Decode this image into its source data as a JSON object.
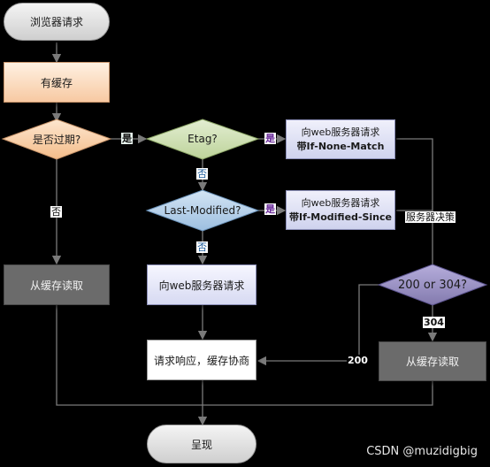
{
  "nodes": {
    "browser_request": "浏览器请求",
    "has_cache": "有缓存",
    "expired": "是否过期?",
    "etag": "Etag?",
    "if_none_match_line1": "向web服务器请求",
    "if_none_match_line2": "带If-None-Match",
    "last_modified": "Last-Modified?",
    "if_modified_since_line1": "向web服务器请求",
    "if_modified_since_line2": "带If-Modified-Since",
    "read_cache_left": "从缓存读取",
    "request_server": "向web服务器请求",
    "status_check": "200 or 304?",
    "response_cache": "请求响应，缓存协商",
    "read_cache_right": "从缓存读取",
    "render": "呈现"
  },
  "edge_labels": {
    "expired_yes": "是",
    "expired_no": "否",
    "etag_yes": "是",
    "etag_no": "否",
    "lastmod_yes": "是",
    "lastmod_no": "否",
    "server_decides": "服务器决策",
    "code_200": "200",
    "code_304": "304"
  },
  "watermark": "CSDN @muzidigbig",
  "colors": {
    "background": "#000000",
    "diamond_peach": "#f9d3ae",
    "diamond_green": "#cfe0b4",
    "diamond_blue": "#b7d1ea",
    "diamond_purple": "#9a92c2",
    "gray_box": "#6b6b6b"
  }
}
